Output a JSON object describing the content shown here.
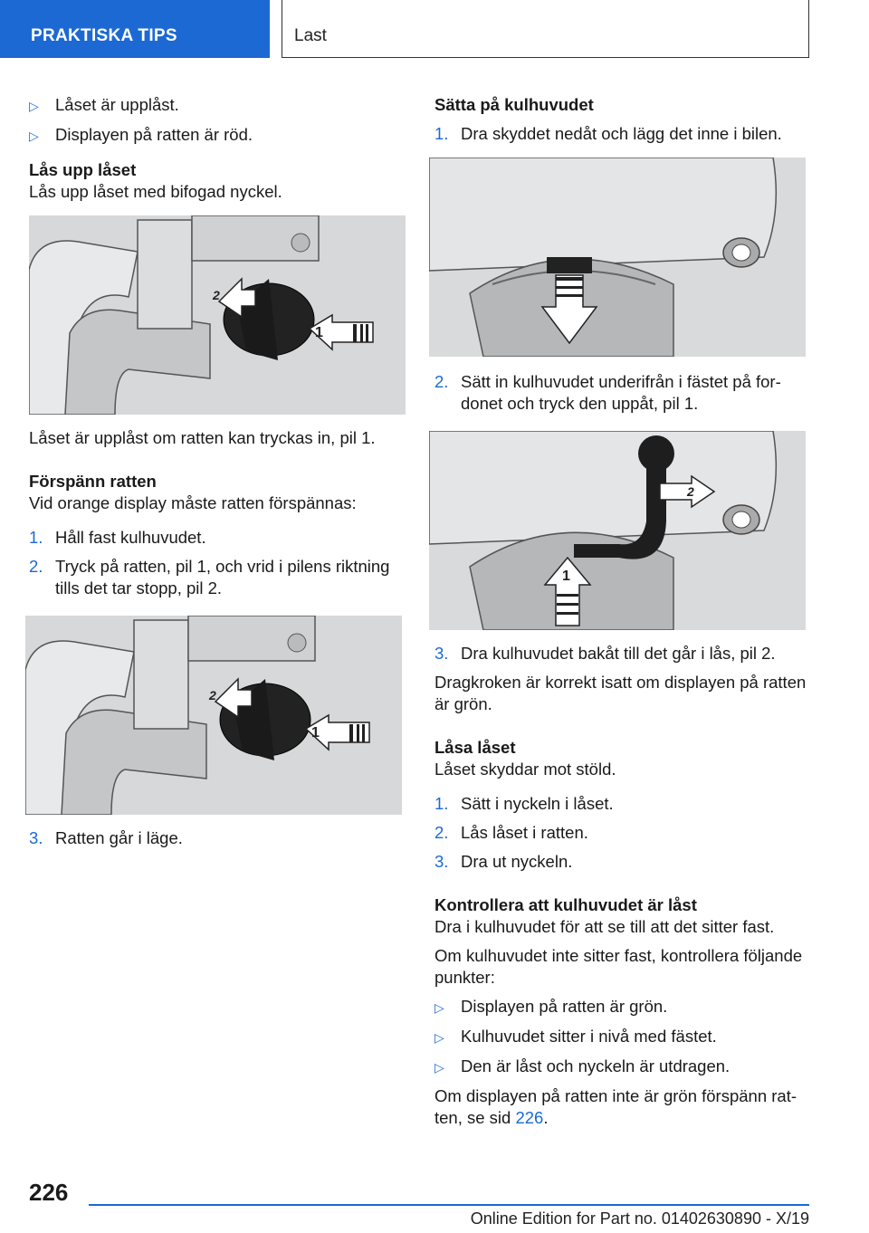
{
  "header": {
    "section": "PRAKTISKA TIPS",
    "chapter": "Last"
  },
  "left": {
    "bullets": [
      "Låset är upplåst.",
      "Displayen på ratten är röd."
    ],
    "unlock_heading": "Lås upp låset",
    "unlock_text": "Lås upp låset med bifogad nyckel.",
    "figure_caption": "Låset är upplåst om ratten kan tryckas in, pil 1.",
    "tension_heading": "Förspänn ratten",
    "tension_text": "Vid orange display måste ratten förspännas:",
    "steps": [
      {
        "n": "1.",
        "t": "Håll fast kulhuvudet."
      },
      {
        "n": "2.",
        "t": "Tryck på ratten, pil 1, och vrid i pilens riktning tills det tar stopp, pil 2."
      }
    ],
    "step3": {
      "n": "3.",
      "t": "Ratten går i läge."
    }
  },
  "right": {
    "mount_heading": "Sätta på kulhuvudet",
    "step1": {
      "n": "1.",
      "t": "Dra skyddet nedåt och lägg det inne i bilen."
    },
    "step2": {
      "n": "2.",
      "t": "Sätt in kulhuvudet underifrån i fästet på for­donet och tryck den uppåt, pil 1."
    },
    "step3": {
      "n": "3.",
      "t": "Dra kulhuvudet bakåt till det går i lås, pil 2."
    },
    "correct_text": "Dragkroken är korrekt isatt om displayen på rat­ten är grön.",
    "lock_heading": "Låsa låset",
    "lock_text": "Låset skyddar mot stöld.",
    "lock_steps": [
      {
        "n": "1.",
        "t": "Sätt i nyckeln i låset."
      },
      {
        "n": "2.",
        "t": "Lås låset i ratten."
      },
      {
        "n": "3.",
        "t": "Dra ut nyckeln."
      }
    ],
    "check_heading": "Kontrollera att kulhuvudet är låst",
    "check_text1": "Dra i kulhuvudet för att se till att det sitter fast.",
    "check_text2": "Om kulhuvudet inte sitter fast, kontrollera föl­jande punkter:",
    "check_bullets": [
      "Displayen på ratten är grön.",
      "Kulhuvudet sitter i nivå med fästet.",
      "Den är låst och nyckeln är utdragen."
    ],
    "final_text_a": "Om displayen på ratten inte är grön förspänn rat­ten, se sid ",
    "final_link": "226",
    "final_text_b": "."
  },
  "figures": {
    "fig1": {
      "arrow1": "1",
      "arrow2": "2"
    },
    "fig2": {
      "arrow1": "1",
      "arrow2": "2"
    },
    "fig4": {
      "arrow1": "1",
      "arrow2": "2"
    }
  },
  "footer": {
    "page_number": "226",
    "edition": "Online Edition for Part no. 01402630890 - X/19"
  },
  "colors": {
    "accent": "#1c69d4"
  }
}
